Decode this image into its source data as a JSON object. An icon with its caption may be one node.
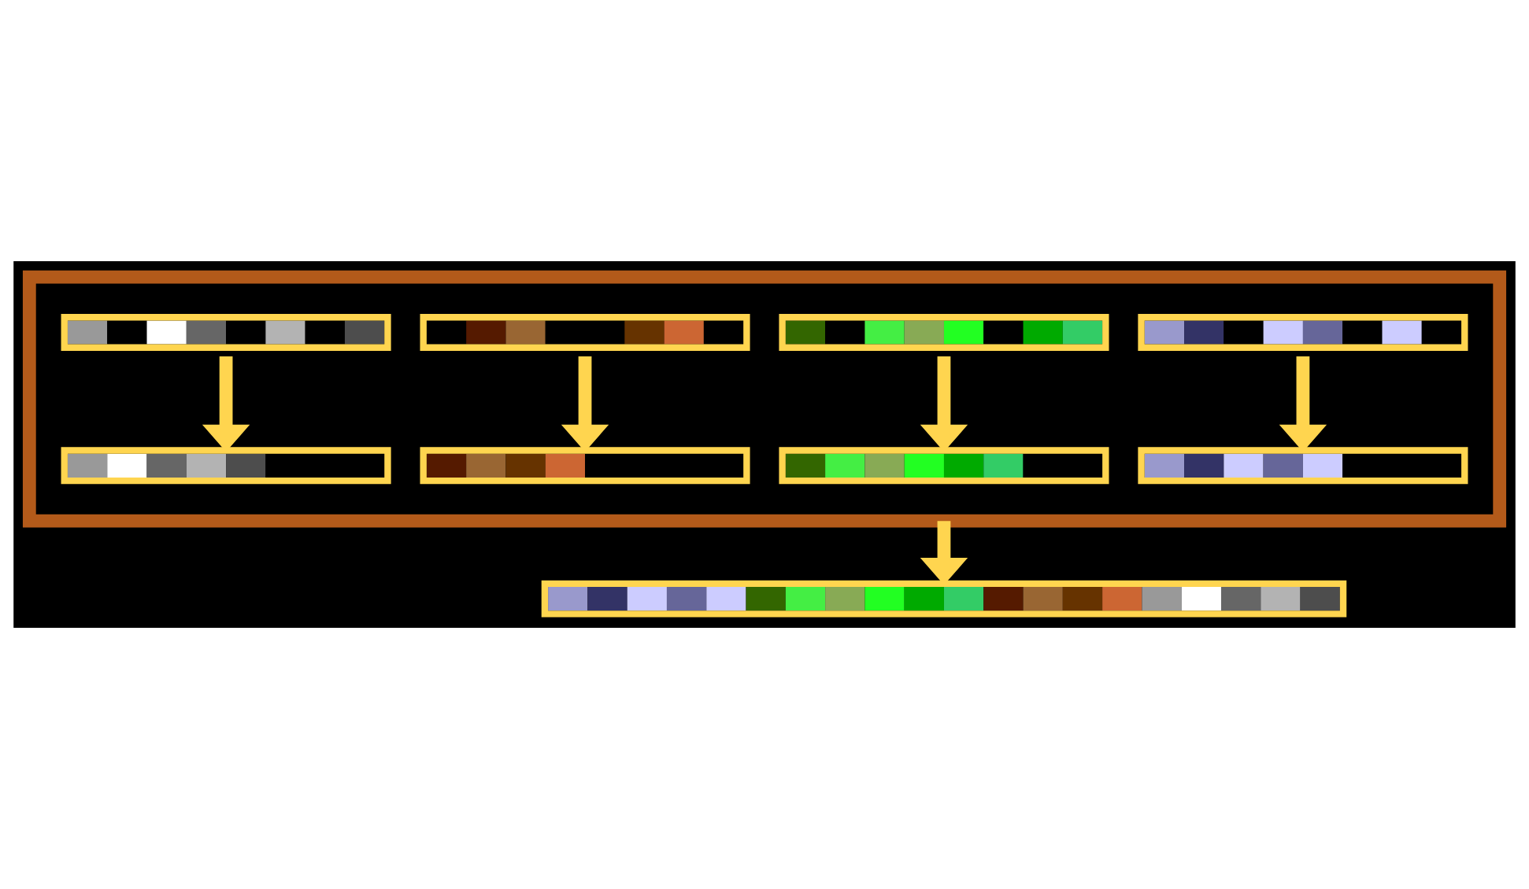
{
  "diagram": {
    "nodes": [
      {
        "text": [],
        "shape": "box"
      },
      {
        "text": [],
        "shape": "bar",
        "in": 0
      },
      {
        "text": [],
        "shape": "bar",
        "in": 0
      },
      {
        "text": [],
        "shape": "bar",
        "in": 0
      },
      {
        "text": [],
        "shape": "bar",
        "in": 0
      },
      {
        "text": [],
        "shape": "bar",
        "in": 0
      },
      {
        "text": [],
        "shape": "bar",
        "in": 0
      },
      {
        "text": [],
        "shape": "bar",
        "in": 0
      },
      {
        "text": [],
        "shape": "bar",
        "in": 0
      },
      {
        "text": [],
        "shape": "bar"
      }
    ],
    "edges": [
      {
        "from": 1,
        "to": 5,
        "arrow": "to"
      },
      {
        "from": 2,
        "to": 6,
        "arrow": "to"
      },
      {
        "from": 3,
        "to": 7,
        "arrow": "to"
      },
      {
        "from": 4,
        "to": 8,
        "arrow": "to"
      },
      {
        "from": 0,
        "to": 9,
        "arrow": "to"
      }
    ]
  }
}
